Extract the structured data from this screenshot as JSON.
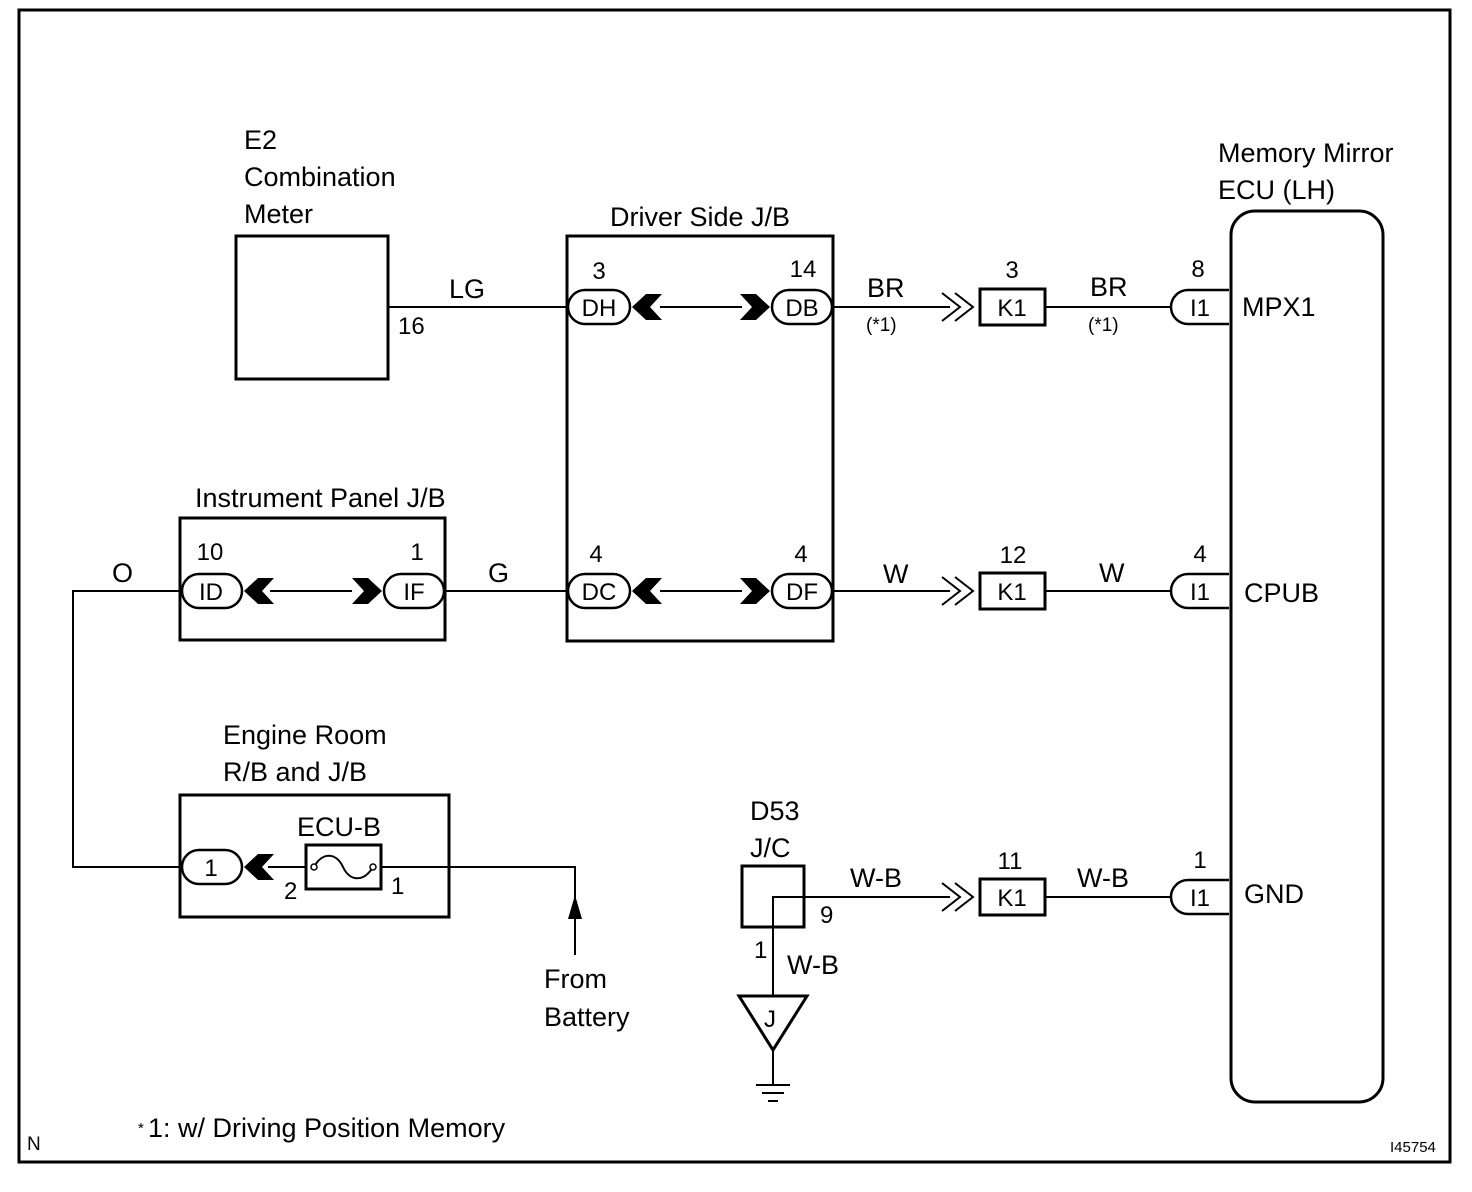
{
  "components": {
    "combination_meter": {
      "ref": "E2",
      "name_line1": "Combination",
      "name_line2": "Meter",
      "pin": "16"
    },
    "driver_side_jb": {
      "name": "Driver Side J/B"
    },
    "instrument_panel_jb": {
      "name": "Instrument Panel J/B"
    },
    "engine_room_rb_jb": {
      "name_line1": "Engine Room",
      "name_line2": "R/B and J/B",
      "fuse": "ECU-B",
      "fuse_pin_left": "2",
      "fuse_pin_right": "1"
    },
    "junction_connector": {
      "ref": "D53",
      "name": "J/C",
      "pin_out": "9",
      "pin_ground": "1",
      "ground_point": "J"
    },
    "memory_mirror_ecu": {
      "name_line1": "Memory Mirror",
      "name_line2": "ECU (LH)",
      "terminals": [
        "MPX1",
        "CPUB",
        "GND"
      ]
    },
    "battery": {
      "line1": "From",
      "line2": "Battery"
    }
  },
  "connectors": {
    "DH": {
      "code": "DH",
      "pin": "3"
    },
    "DB": {
      "code": "DB",
      "pin": "14"
    },
    "DC": {
      "code": "DC",
      "pin": "4"
    },
    "DF": {
      "code": "DF",
      "pin": "4"
    },
    "ID": {
      "code": "ID",
      "pin": "10"
    },
    "IF": {
      "code": "IF",
      "pin": "1"
    },
    "ERB": {
      "pin": "1"
    },
    "K1_mpx": {
      "code": "K1",
      "pin": "3"
    },
    "K1_cpub": {
      "code": "K1",
      "pin": "12"
    },
    "K1_gnd": {
      "code": "K1",
      "pin": "11"
    },
    "I1_mpx": {
      "code": "I1",
      "pin": "8"
    },
    "I1_cpub": {
      "code": "I1",
      "pin": "4"
    },
    "I1_gnd": {
      "code": "I1",
      "pin": "1"
    }
  },
  "wires": {
    "meter_to_dh": "LG",
    "db_to_k1": "BR",
    "k1_to_i1_mpx": "BR",
    "note_ref": "(*1)",
    "ip_to_dc": "G",
    "df_to_k1": "W",
    "k1_to_i1_cpub": "W",
    "er_to_id": "O",
    "jc_to_k1": "W-B",
    "k1_to_i1_gnd": "W-B",
    "jc_to_ground": "W-B"
  },
  "footnote": {
    "marker": "*",
    "text": "1: w/ Driving Position Memory"
  },
  "corner_left": "N",
  "figure_id": "I45754"
}
